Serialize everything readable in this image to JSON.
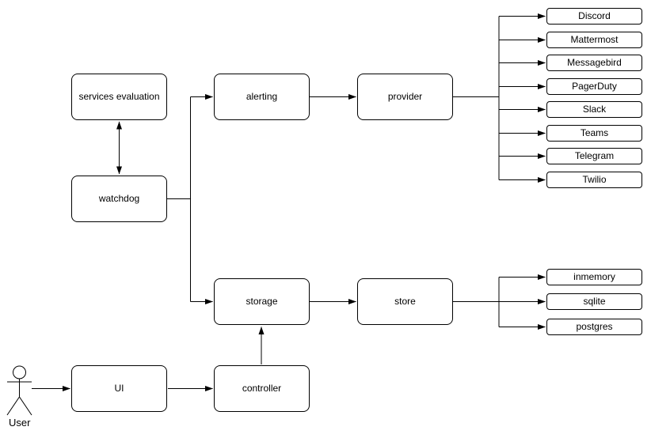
{
  "diagram": {
    "title_hint": "watchdog service architecture flowchart",
    "colors": {
      "background": "#ffffff",
      "node_fill": "#ffffff",
      "stroke": "#000000",
      "text": "#000000"
    },
    "nodes": {
      "services_evaluation": {
        "label": "services evaluation"
      },
      "watchdog": {
        "label": "watchdog"
      },
      "alerting": {
        "label": "alerting"
      },
      "provider": {
        "label": "provider"
      },
      "storage": {
        "label": "storage"
      },
      "store": {
        "label": "store"
      },
      "ui": {
        "label": "UI"
      },
      "controller": {
        "label": "controller"
      }
    },
    "provider_children": [
      "Discord",
      "Mattermost",
      "Messagebird",
      "PagerDuty",
      "Slack",
      "Teams",
      "Telegram",
      "Twilio"
    ],
    "store_children": [
      "inmemory",
      "sqlite",
      "postgres"
    ],
    "actor": {
      "label": "User"
    },
    "edges": [
      {
        "from": "services_evaluation",
        "to": "watchdog",
        "type": "double-arrow"
      },
      {
        "from": "watchdog",
        "to": "alerting",
        "type": "arrow"
      },
      {
        "from": "watchdog",
        "to": "storage",
        "type": "arrow"
      },
      {
        "from": "alerting",
        "to": "provider",
        "type": "arrow"
      },
      {
        "from": "provider",
        "to": "Discord",
        "type": "arrow"
      },
      {
        "from": "provider",
        "to": "Mattermost",
        "type": "arrow"
      },
      {
        "from": "provider",
        "to": "Messagebird",
        "type": "arrow"
      },
      {
        "from": "provider",
        "to": "PagerDuty",
        "type": "arrow"
      },
      {
        "from": "provider",
        "to": "Slack",
        "type": "arrow"
      },
      {
        "from": "provider",
        "to": "Teams",
        "type": "arrow"
      },
      {
        "from": "provider",
        "to": "Telegram",
        "type": "arrow"
      },
      {
        "from": "provider",
        "to": "Twilio",
        "type": "arrow"
      },
      {
        "from": "storage",
        "to": "store",
        "type": "arrow"
      },
      {
        "from": "store",
        "to": "inmemory",
        "type": "arrow"
      },
      {
        "from": "store",
        "to": "sqlite",
        "type": "arrow"
      },
      {
        "from": "store",
        "to": "postgres",
        "type": "arrow"
      },
      {
        "from": "controller",
        "to": "storage",
        "type": "arrow"
      },
      {
        "from": "ui",
        "to": "controller",
        "type": "arrow"
      },
      {
        "from": "user",
        "to": "ui",
        "type": "arrow"
      }
    ]
  }
}
